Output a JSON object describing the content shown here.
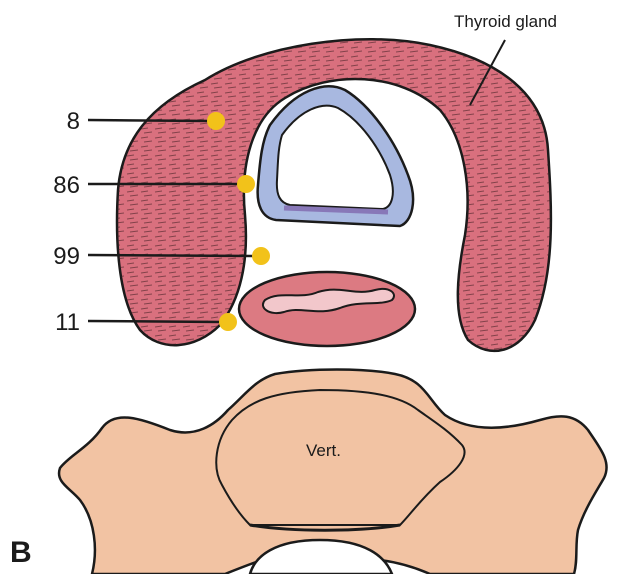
{
  "figure": {
    "panel_label": "B",
    "labels": {
      "thyroid": "Thyroid gland",
      "vertebra": "Vert."
    },
    "nodes": [
      {
        "label": "8"
      },
      {
        "label": "86"
      },
      {
        "label": "99"
      },
      {
        "label": "11"
      }
    ],
    "colors": {
      "thyroid": "#d9707e",
      "trachea_ring": "#a8b8e0",
      "esophagus": "#dc7a82",
      "vertebra": "#f2c3a3",
      "marker": "#f2c21a",
      "ink": "#1b1b1b"
    }
  }
}
